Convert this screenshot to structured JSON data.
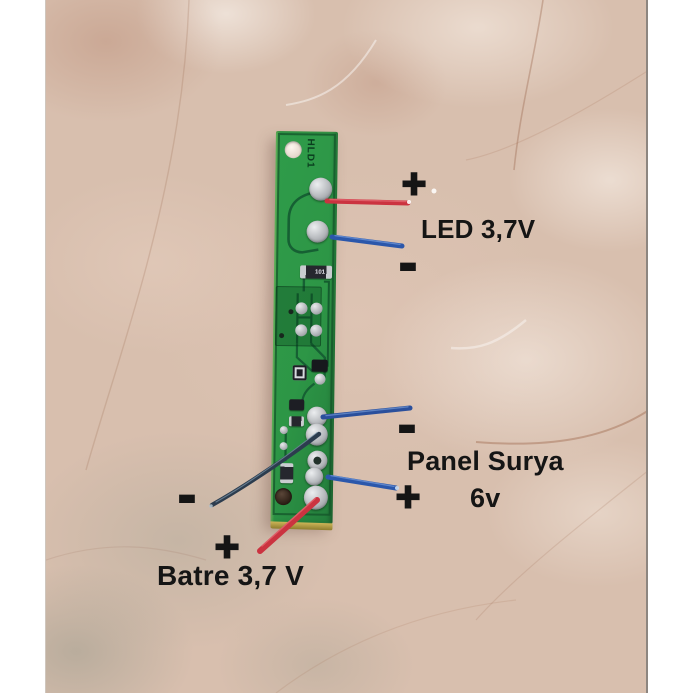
{
  "annotations": {
    "led": {
      "plus_sign": "+",
      "label": "LED 3,7V",
      "minus_sign": "-"
    },
    "panel": {
      "minus_sign": "-",
      "label_line1": "Panel Surya",
      "label_line2": "6v",
      "plus_sign": "+"
    },
    "battery": {
      "minus_sign": "-",
      "plus_sign": "+",
      "label": "Batre 3,7 V"
    }
  },
  "board": {
    "silkscreen_marking": "HLD1",
    "resistor_marking": "101"
  },
  "colors": {
    "white_margin": "#ffffff",
    "marble_base": "#d8bfae",
    "pcb_green": "#2d9646",
    "pcb_trace_dark": "#166033",
    "pcb_edge_yellow": "#bca54a",
    "solder_silver": "#c0c3c6",
    "wire_red": "#cb3340",
    "wire_blue": "#2b57ab",
    "wire_dark_navy": "#2c3c4e",
    "annotation_text": "#151515"
  }
}
